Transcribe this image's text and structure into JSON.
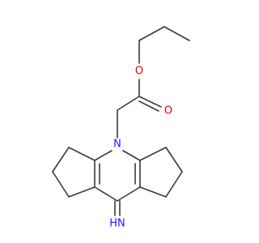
{
  "molecule": {
    "atoms": {
      "carbonyl_oxygen": "O",
      "ester_oxygen": "O",
      "ring_nitrogen": "N",
      "imine_group": "HN"
    }
  },
  "colors": {
    "bond": "#3a3a3a",
    "oxygen": "#e8000b",
    "nitrogen": "#1a1aff",
    "background": "#ffffff"
  }
}
